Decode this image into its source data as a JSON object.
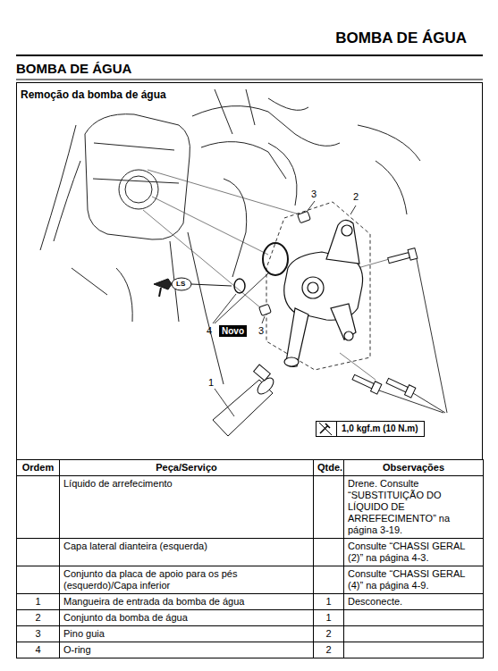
{
  "diagram": {
    "title": "BOMBA DE ÁGUA",
    "nodes": [
      {
        "text": [
          "Remoção da bomba de água"
        ]
      },
      {
        "text": [
          "1,0 kgf.m (10 N.m)"
        ],
        "in": 0
      },
      {
        "text": [
          "Novo"
        ],
        "in": 0
      }
    ],
    "labels": [
      "BOMBA DE ÁGUA",
      "3",
      "2",
      "LS",
      "4",
      "3",
      "1",
      "Ordem",
      "Peça/Serviço",
      "Qtde.",
      "Observações",
      "Líquido de arrefecimento",
      "Drene. Consulte “SUBSTITUIÇÃO DO LÍQUIDO DE ARREFECIMENTO” na página 3-19.",
      "Capa lateral dianteira (esquerda)",
      "Consulte “CHASSI GERAL (2)” na página 4-3.",
      "Conjunto da placa de apoio para os pés (esquerdo)/Capa inferior",
      "Consulte “CHASSI GERAL (4)” na página 4-9.",
      "1",
      "Mangueira de entrada da bomba de água",
      "1",
      "Desconecte.",
      "2",
      "Conjunto da bomba de água",
      "1",
      "3",
      "Pino guia",
      "2",
      "4",
      "O-ring",
      "2"
    ]
  }
}
